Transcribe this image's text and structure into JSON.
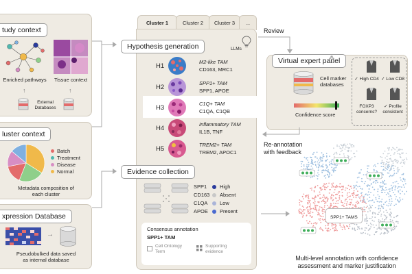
{
  "left": {
    "study": {
      "title": "tudy context",
      "enriched": "Enriched pathways",
      "tissue": "Tissue context",
      "external": "External\nDatabases"
    },
    "cluster": {
      "title": "luster context",
      "legend": [
        {
          "label": "Batch",
          "color": "#e36b6b"
        },
        {
          "label": "Treatment",
          "color": "#4fb8b0"
        },
        {
          "label": "Disease",
          "color": "#d78ec4"
        },
        {
          "label": "Normal",
          "color": "#f0b94a"
        }
      ],
      "pie": [
        {
          "value": 0.34,
          "color": "#f0b94a"
        },
        {
          "value": 0.22,
          "color": "#8fcf8a"
        },
        {
          "value": 0.16,
          "color": "#e36b6b"
        },
        {
          "value": 0.14,
          "color": "#d78ec4"
        },
        {
          "value": 0.14,
          "color": "#7fb0e0"
        }
      ],
      "caption": "Metadata composition of\neach cluster"
    },
    "expression": {
      "title": "xpression Database",
      "caption": "Pseudobulked data saved\nas internal database"
    }
  },
  "center": {
    "tabs": [
      "Cluster 1",
      "Cluster 2",
      "Cluster 3",
      "..."
    ],
    "hypothesis_title": "Hypothesis generation",
    "llms": "LLMs",
    "hypotheses": [
      {
        "id": "H1",
        "name": "M2-like TAM",
        "genes": "CD163, MRC1"
      },
      {
        "id": "H2",
        "name": "SPP1+ TAM",
        "genes": "SPP1, APOE"
      },
      {
        "id": "H3",
        "name": "C1Q+ TAM",
        "genes": "C1QA, C1QB"
      },
      {
        "id": "H4",
        "name": "Inflammatory TAM",
        "genes": "IL1B, TNF"
      },
      {
        "id": "H5",
        "name": "TREM2+ TAM",
        "genes": "TREM2, APOC1"
      }
    ],
    "evidence_title": "Evidence collection",
    "genes": [
      "SPP1",
      "CD163",
      "C1QA",
      "APOE"
    ],
    "levels": [
      {
        "label": "High",
        "color": "#2a3b9c"
      },
      {
        "label": "Absent",
        "color": "#c8c8c8"
      },
      {
        "label": "Low",
        "color": "#aab4d8"
      },
      {
        "label": "Present",
        "color": "#4a6ad0"
      }
    ],
    "consensus": {
      "title": "Consensus annotation",
      "value": "SPP1+ TAM",
      "ontology": "Cell Ontology\nTerm",
      "supporting": "Supporting\nevidence"
    }
  },
  "right": {
    "review": "Review",
    "expert_title": "Virtual expert panel",
    "databases": "Cell marker\ndatabases",
    "confidence": "Confidence score",
    "experts": [
      "High CD4",
      "Low CD8",
      "FOXP3\nconcerns?",
      "Profile\nconsistent"
    ],
    "reannotation": "Re-annotation\nwith feedback",
    "umap_label": "SPP1+ TAMS",
    "caption": "Multi-level annotation with confidence\nassessment and marker justification"
  }
}
